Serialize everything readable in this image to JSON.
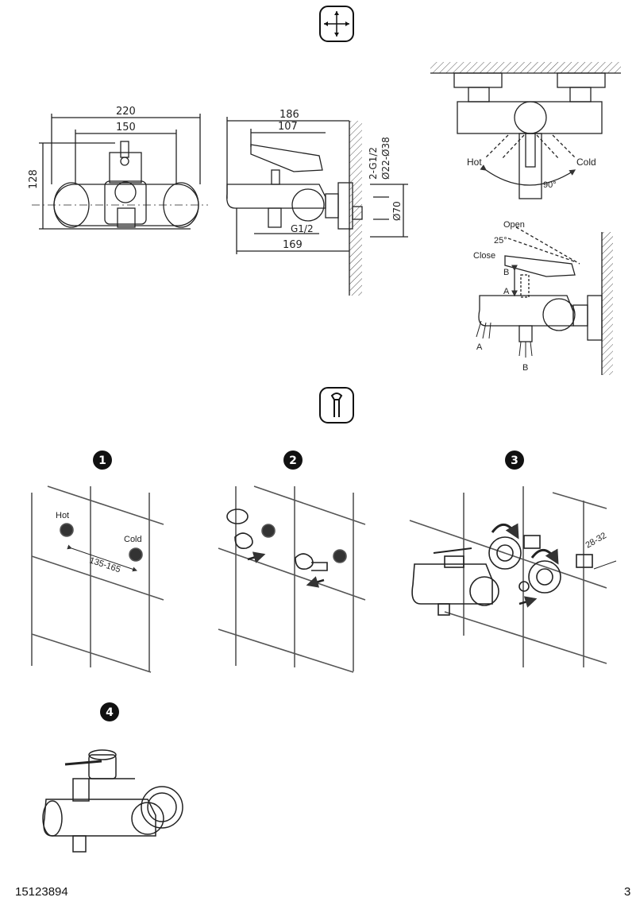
{
  "dims": {
    "front_width": "220",
    "front_centers": "150",
    "front_height": "128",
    "side_depth": "186",
    "side_lever": "107",
    "side_spout": "169",
    "outlet_thread": "G1/2",
    "inlet_thread": "2-G1/2",
    "flange_dia": "Ø22-Ø38",
    "body_dia": "Ø70"
  },
  "temp": {
    "hot": "Hot",
    "cold": "Cold",
    "angle": "90°"
  },
  "lever": {
    "open": "Open",
    "close": "Close",
    "angle": "25°",
    "a": "A",
    "b": "B"
  },
  "steps": {
    "s1": "1",
    "s2": "2",
    "s3": "3",
    "s4": "4",
    "hot": "Hot",
    "cold": "Cold",
    "spacing": "135-165",
    "wall_depth": "28-32"
  },
  "footer": {
    "code": "15123894",
    "page": "3"
  }
}
